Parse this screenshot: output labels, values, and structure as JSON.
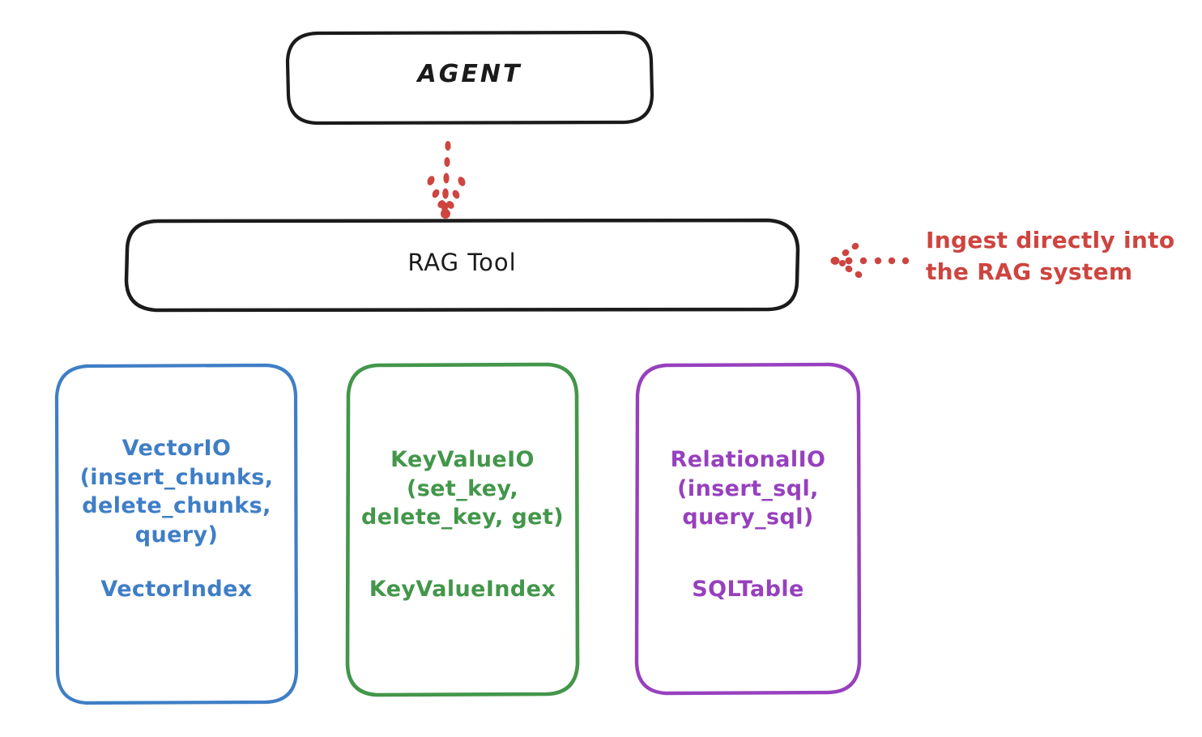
{
  "diagram": {
    "title_node": {
      "label": "AGENT"
    },
    "tool_node": {
      "label": "RAG Tool"
    },
    "annotation": {
      "text": "Ingest directly into\nthe RAG system"
    },
    "providers": [
      {
        "id": "vector",
        "ops_label": "VectorIO\n(insert_chunks,\ndelete_chunks,\nquery)",
        "index_label": "VectorIndex",
        "color": "#3f7ec6"
      },
      {
        "id": "keyvalue",
        "ops_label": "KeyValueIO\n(set_key,\ndelete_key, get)",
        "index_label": "KeyValueIndex",
        "color": "#43964a"
      },
      {
        "id": "relational",
        "ops_label": "RelationalIO\n(insert_sql,\nquery_sql)",
        "index_label": "SQLTable",
        "color": "#9740be"
      }
    ],
    "colors": {
      "stroke_dark": "#1b1b1b",
      "accent_red": "#ce443f",
      "background": "#ffffff"
    },
    "connectors": [
      {
        "id": "agent-to-ragtool",
        "style": "dotted-arrow",
        "direction": "down",
        "color": "#ce443f"
      },
      {
        "id": "annotation-to-ragtool",
        "style": "dotted-arrow",
        "direction": "left",
        "color": "#ce443f"
      }
    ]
  }
}
